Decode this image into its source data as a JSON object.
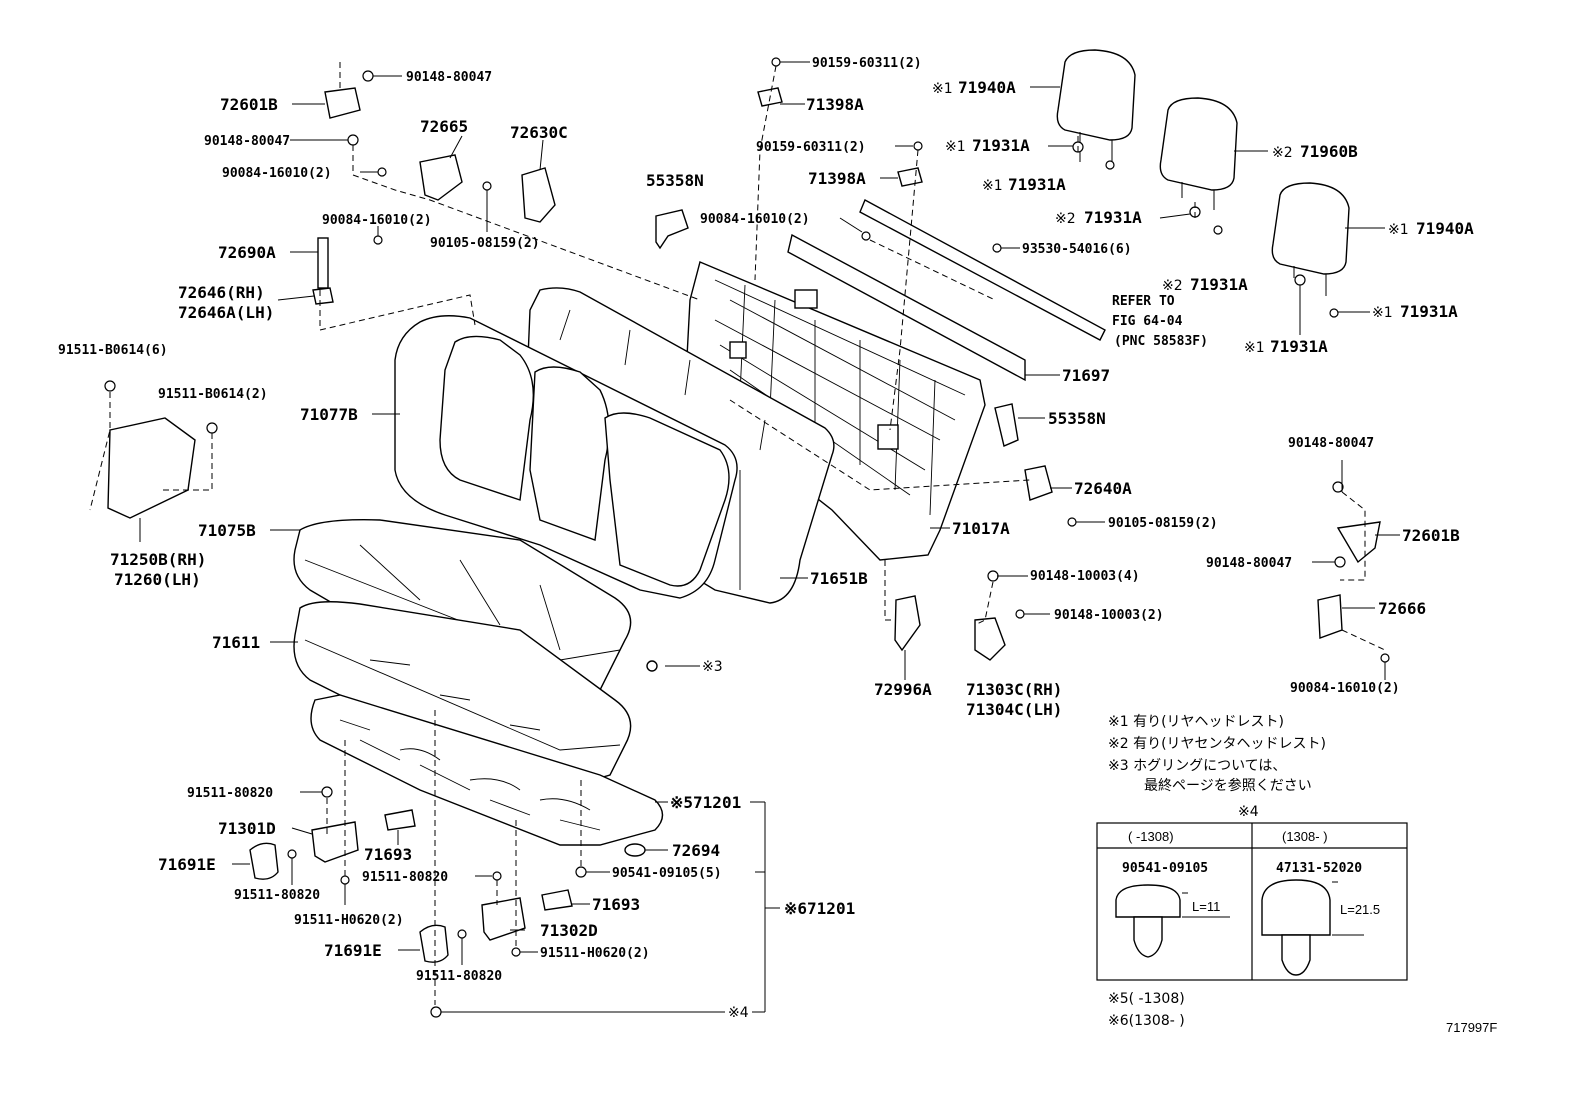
{
  "labels": {
    "p90148_80047_top": "90148-80047",
    "p72601B_left": "72601B",
    "p90148_80047_mid": "90148-80047",
    "p72665": "72665",
    "p72630C": "72630C",
    "p90084_16010_a": "90084-16010(2)",
    "p90084_16010_b": "90084-16010(2)",
    "p90105_08159_a": "90105-08159(2)",
    "p72690A": "72690A",
    "p72646RH": "72646(RH)",
    "p72646ALH": "72646A(LH)",
    "p91511_B0614_6": "91511-B0614(6)",
    "p91511_B0614_2": "91511-B0614(2)",
    "p71077B": "71077B",
    "p71250B": "71250B(RH)",
    "p71260": "71260(LH)",
    "p71075B": "71075B",
    "p71611": "71611",
    "p55358N_top": "55358N",
    "p90159_60311_a": "90159-60311(2)",
    "p71398A_a": "71398A",
    "p90159_60311_b": "90159-60311(2)",
    "p71398A_b": "71398A",
    "p90084_16010_c": "90084-16010(2)",
    "p93530": "93530-54016(6)",
    "p_refer1": "REFER TO",
    "p_refer2": "FIG 64-04",
    "p_refer3": "(PNC 58583F)",
    "p71697": "71697",
    "p55358N_mid": "55358N",
    "p72640A": "72640A",
    "p90105_08159_b": "90105-08159(2)",
    "p71017A": "71017A",
    "p71651B": "71651B",
    "p90148_10003_4": "90148-10003(4)",
    "p90148_10003_2": "90148-10003(2)",
    "p72996A": "72996A",
    "p71303C": "71303C(RH)",
    "p71304C": "71304C(LH)",
    "p_ref3": "※3",
    "p71940A_a": "71940A",
    "p71931A_a": "71931A",
    "p71931A_b": "71931A",
    "p71960B": "71960B",
    "p71931A_c": "71931A",
    "p71931A_d": "71931A",
    "p71940A_b": "71940A",
    "p71931A_e": "71931A",
    "p71931A_f": "71931A",
    "mark1_a": "※1",
    "mark1_b": "※1",
    "mark1_c": "※1",
    "mark2_a": "※2",
    "mark2_b": "※2",
    "mark2_c": "※2",
    "mark1_d": "※1",
    "mark1_e": "※1",
    "mark1_f": "※1",
    "p90148_80047_r1": "90148-80047",
    "p72601B_right": "72601B",
    "p90148_80047_r2": "90148-80047",
    "p72666": "72666",
    "p90084_16010_d": "90084-16010(2)",
    "p91511_80820_a": "91511-80820",
    "p71301D": "71301D",
    "p71693_a": "71693",
    "p71691E_a": "71691E",
    "p91511_80820_b": "91511-80820",
    "p91511_H0620_a": "91511-H0620(2)",
    "p91511_80820_c": "91511-80820",
    "p71693_b": "71693",
    "p71302D": "71302D",
    "p91511_H0620_b": "91511-H0620(2)",
    "p71691E_b": "71691E",
    "p91511_80820_d": "91511-80820",
    "p71201_a": "※571201",
    "p72694": "72694",
    "p90541_09105_5": "90541-09105(5)",
    "p71201_b": "※671201",
    "p_ref4": "※4"
  },
  "notes": {
    "n1": "※1  有り(リヤヘッドレスト)",
    "n2": "※2  有り(リヤセンタヘッドレスト)",
    "n3a": "※3  ホグリングについては、",
    "n3b": "最終ページを参照ください",
    "n5": "※5(         -1308)",
    "n6": "※6(1308-         )"
  },
  "table": {
    "title": "※4",
    "col1_header": "(        -1308)",
    "col2_header": "(1308-        )",
    "col1_part": "90541-09105",
    "col2_part": "47131-52020",
    "col1_len": "L=11",
    "col2_len": "L=21.5"
  },
  "figure_id": "717997F"
}
